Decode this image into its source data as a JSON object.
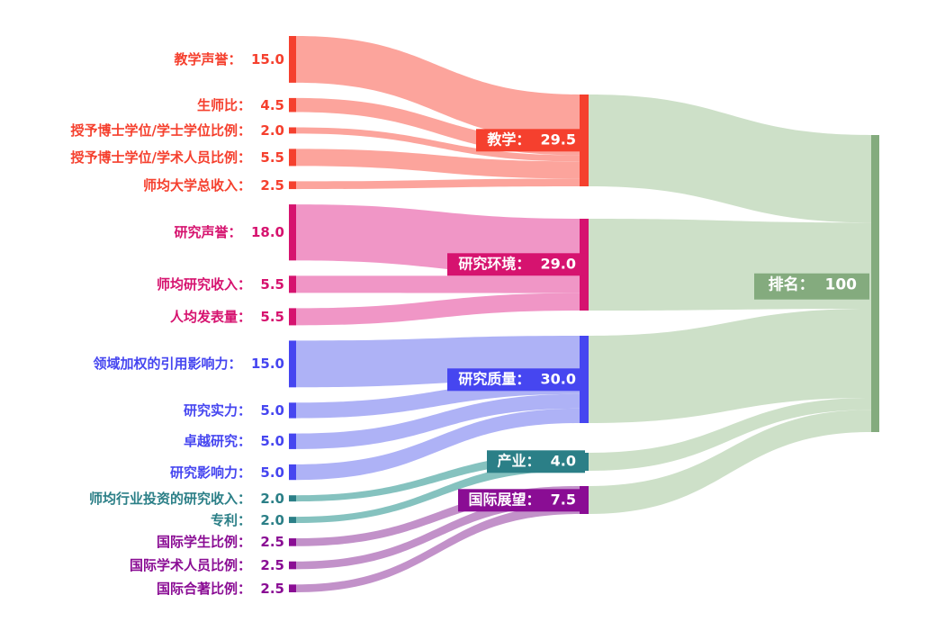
{
  "chart_data": {
    "type": "sankey",
    "title": "",
    "description_colon_format": "label + fullwidth colon + value",
    "total": {
      "label": "排名",
      "value": 100,
      "text": "排名：  100",
      "node_color": "#84ab7e",
      "flow_color": "#cde0c8"
    },
    "groups": [
      {
        "id": "teaching",
        "pillar": {
          "label": "教学",
          "value": 29.5,
          "text": "教学：  29.5"
        },
        "node_color": "#f5402e",
        "flow_color": "#fca49c",
        "criteria": [
          {
            "id": "teaching-reputation",
            "label": "教学声誉",
            "value": 15.0,
            "text": "教学声誉：  15.0"
          },
          {
            "id": "student-staff-ratio",
            "label": "生师比",
            "value": 4.5,
            "text": "生师比：  4.5"
          },
          {
            "id": "doctorate-bachelor-ratio",
            "label": "授予博士学位/学士学位比例",
            "value": 2.0,
            "text": "授予博士学位/学士学位比例：  2.0"
          },
          {
            "id": "doctorate-staff-ratio",
            "label": "授予博士学位/学术人员比例",
            "value": 5.5,
            "text": "授予博士学位/学术人员比例：  5.5"
          },
          {
            "id": "institutional-income",
            "label": "师均大学总收入",
            "value": 2.5,
            "text": "师均大学总收入：  2.5"
          }
        ]
      },
      {
        "id": "research-environment",
        "pillar": {
          "label": "研究环境",
          "value": 29.0,
          "text": "研究环境：  29.0"
        },
        "node_color": "#d6136f",
        "flow_color": "#f096c6",
        "criteria": [
          {
            "id": "research-reputation",
            "label": "研究声誉",
            "value": 18.0,
            "text": "研究声誉：  18.0"
          },
          {
            "id": "research-income",
            "label": "师均研究收入",
            "value": 5.5,
            "text": "师均研究收入：  5.5"
          },
          {
            "id": "publications-per-capita",
            "label": "人均发表量",
            "value": 5.5,
            "text": "人均发表量：  5.5"
          }
        ]
      },
      {
        "id": "research-quality",
        "pillar": {
          "label": "研究质量",
          "value": 30.0,
          "text": "研究质量：  30.0"
        },
        "node_color": "#4646f0",
        "flow_color": "#aeb2f6",
        "criteria": [
          {
            "id": "field-weighted-citation-impact",
            "label": "领域加权的引用影响力",
            "value": 15.0,
            "text": "领域加权的引用影响力：  15.0"
          },
          {
            "id": "research-strength",
            "label": "研究实力",
            "value": 5.0,
            "text": "研究实力：  5.0"
          },
          {
            "id": "research-excellence",
            "label": "卓越研究",
            "value": 5.0,
            "text": "卓越研究：  5.0"
          },
          {
            "id": "research-influence",
            "label": "研究影响力",
            "value": 5.0,
            "text": "研究影响力：  5.0"
          }
        ]
      },
      {
        "id": "industry",
        "pillar": {
          "label": "产业",
          "value": 4.0,
          "text": "产业：  4.0"
        },
        "node_color": "#2b7f87",
        "flow_color": "#85c2bf",
        "criteria": [
          {
            "id": "industry-income",
            "label": "师均行业投资的研究收入",
            "value": 2.0,
            "text": "师均行业投资的研究收入：  2.0"
          },
          {
            "id": "patents",
            "label": "专利",
            "value": 2.0,
            "text": "专利：  2.0"
          }
        ]
      },
      {
        "id": "international-outlook",
        "pillar": {
          "label": "国际展望",
          "value": 7.5,
          "text": "国际展望：  7.5"
        },
        "node_color": "#8a0d94",
        "flow_color": "#c291c9",
        "criteria": [
          {
            "id": "international-students",
            "label": "国际学生比例",
            "value": 2.5,
            "text": "国际学生比例：  2.5"
          },
          {
            "id": "international-staff",
            "label": "国际学术人员比例",
            "value": 2.5,
            "text": "国际学术人员比例：  2.5"
          },
          {
            "id": "international-co-authorship",
            "label": "国际合著比例",
            "value": 2.5,
            "text": "国际合著比例：  2.5"
          }
        ]
      }
    ]
  }
}
